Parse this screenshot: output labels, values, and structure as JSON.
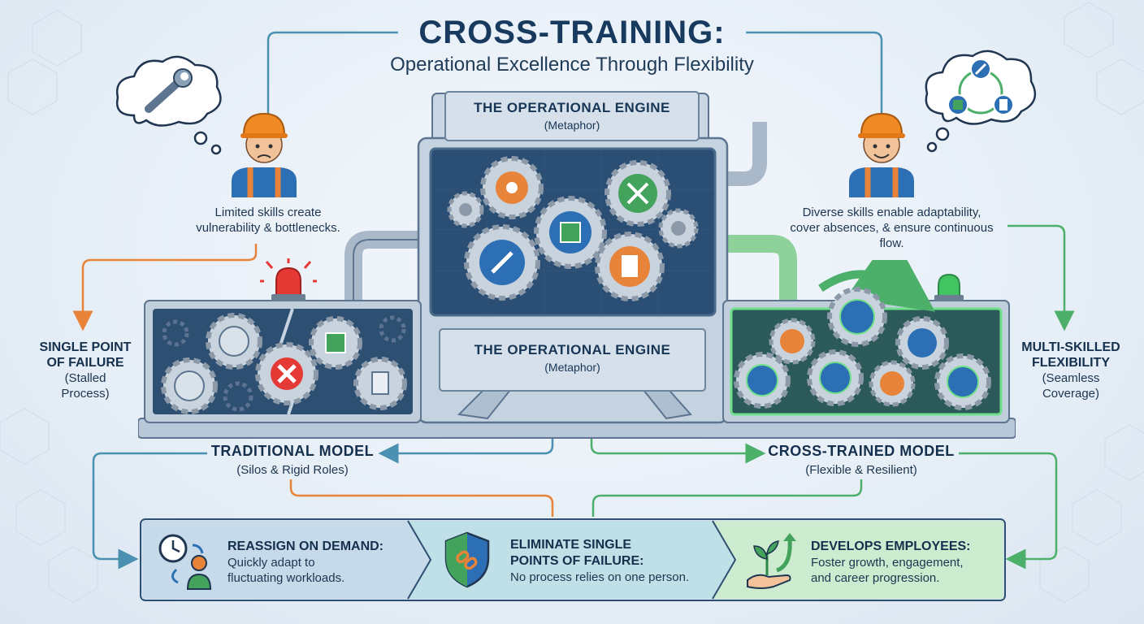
{
  "header": {
    "title": "CROSS-TRAINING:",
    "subtitle": "Operational Excellence Through Flexibility"
  },
  "engine": {
    "top_label": "THE OPERATIONAL ENGINE",
    "top_sub": "(Metaphor)",
    "bottom_label": "THE OPERATIONAL ENGINE",
    "bottom_sub": "(Metaphor)"
  },
  "left_worker": {
    "caption_line1": "Limited skills create",
    "caption_line2": "vulnerability & bottlenecks.",
    "thought_icon": "wrench-icon"
  },
  "right_worker": {
    "caption_line1": "Diverse skills enable adaptability,",
    "caption_line2": "cover absences, & ensure continuous",
    "caption_line3": "flow.",
    "thought_icons": [
      "wrench-icon",
      "chip-icon",
      "document-icon"
    ]
  },
  "left_side": {
    "head_line1": "SINGLE POINT",
    "head_line2": "OF FAILURE",
    "sub_line1": "(Stalled",
    "sub_line2": "Process)"
  },
  "right_side": {
    "head_line1": "MULTI-SKILLED",
    "head_line2": "FLEXIBILITY",
    "sub_line1": "(Seamless",
    "sub_line2": "Coverage)"
  },
  "traditional": {
    "head": "TRADITIONAL MODEL",
    "sub": "(Silos & Rigid Roles)"
  },
  "crosstrained": {
    "head": "CROSS-TRAINED MODEL",
    "sub": "(Flexible & Resilient)"
  },
  "benefits": [
    {
      "head": "REASSIGN ON DEMAND:",
      "text_line1": "Quickly adapt to",
      "text_line2": "fluctuating workloads.",
      "icon": "clock-person-icon"
    },
    {
      "head_line1": "ELIMINATE SINGLE",
      "head_line2": "POINTS OF FAILURE:",
      "text_line1": "No process relies on one person.",
      "icon": "shield-link-icon"
    },
    {
      "head": "DEVELOPS EMPLOYEES:",
      "text_line1": "Foster growth, engagement,",
      "text_line2": "and career progression.",
      "icon": "growth-plant-icon"
    }
  ],
  "colors": {
    "title": "#173a5e",
    "orange": "#e8833a",
    "green": "#4caf6a",
    "teal_line": "#4a90b0",
    "alarm_red": "#e53935",
    "alarm_green": "#43c463",
    "panel_dark": "#2b4f74"
  }
}
